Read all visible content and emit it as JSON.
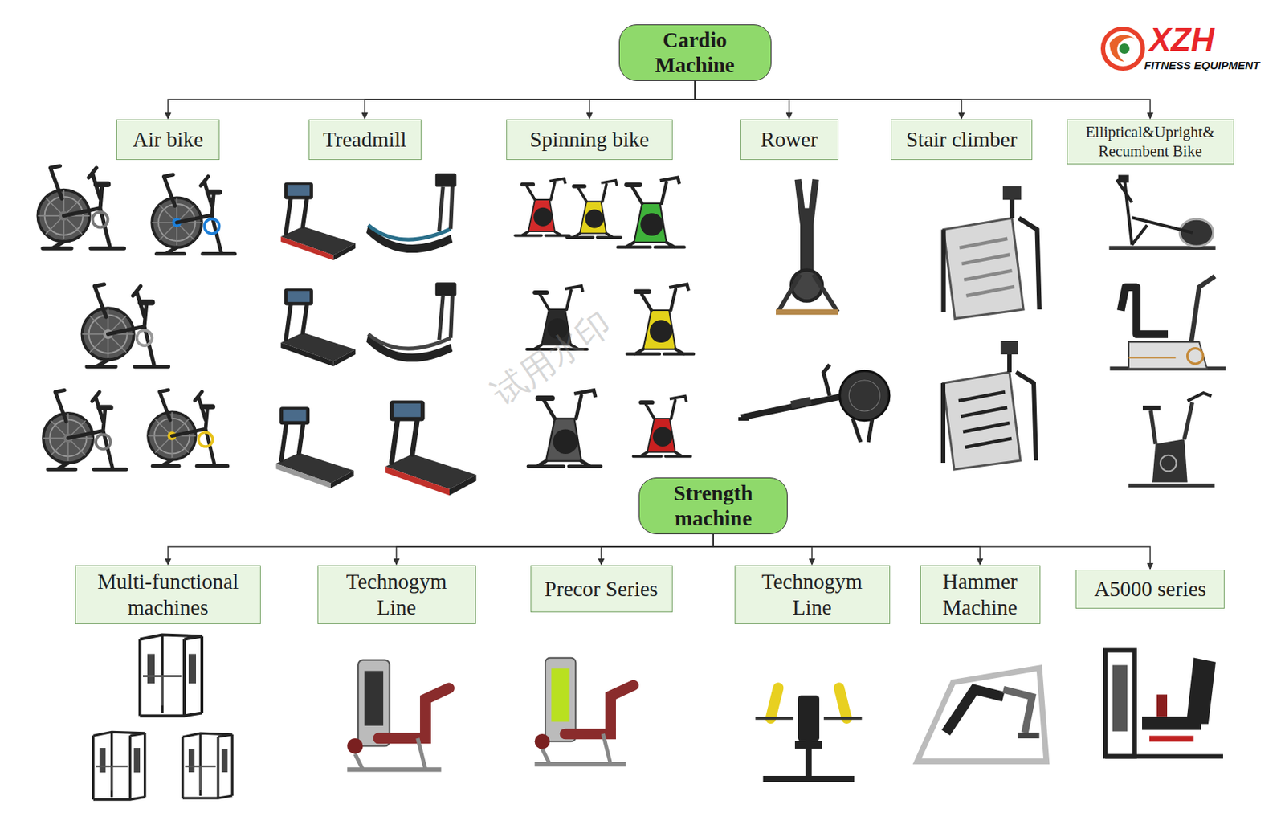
{
  "diagram": {
    "nodes": [
      {
        "text": [
          "Cardio Machine"
        ]
      },
      {
        "text": [
          "Air bike"
        ]
      },
      {
        "text": [
          "Treadmill"
        ]
      },
      {
        "text": [
          "Spinning bike"
        ]
      },
      {
        "text": [
          "Rower"
        ]
      },
      {
        "text": [
          "Stair climber"
        ]
      },
      {
        "text": [
          "Elliptical&Upright& Recumbent Bike"
        ]
      },
      {
        "text": [
          "Strength machine"
        ]
      },
      {
        "text": [
          "Multi-functional machines"
        ]
      },
      {
        "text": [
          "Technogym Line"
        ]
      },
      {
        "text": [
          "Precor Series"
        ]
      },
      {
        "text": [
          "Technogym Line"
        ]
      },
      {
        "text": [
          "Hammer Machine"
        ]
      },
      {
        "text": [
          "A5000 series"
        ]
      }
    ],
    "edges": [
      {
        "from": 0,
        "to": 1,
        "arrow": "to"
      },
      {
        "from": 0,
        "to": 2,
        "arrow": "to"
      },
      {
        "from": 0,
        "to": 3,
        "arrow": "to"
      },
      {
        "from": 0,
        "to": 4,
        "arrow": "to"
      },
      {
        "from": 0,
        "to": 5,
        "arrow": "to"
      },
      {
        "from": 0,
        "to": 6,
        "arrow": "to"
      },
      {
        "from": 7,
        "to": 8,
        "arrow": "to"
      },
      {
        "from": 7,
        "to": 9,
        "arrow": "to"
      },
      {
        "from": 7,
        "to": 10,
        "arrow": "to"
      },
      {
        "from": 7,
        "to": 11,
        "arrow": "to"
      },
      {
        "from": 7,
        "to": 12,
        "arrow": "to"
      },
      {
        "from": 7,
        "to": 13,
        "arrow": "to"
      }
    ],
    "labels": [
      "XZH",
      "FITNESS EQUIPMENT",
      "试用水印"
    ]
  }
}
